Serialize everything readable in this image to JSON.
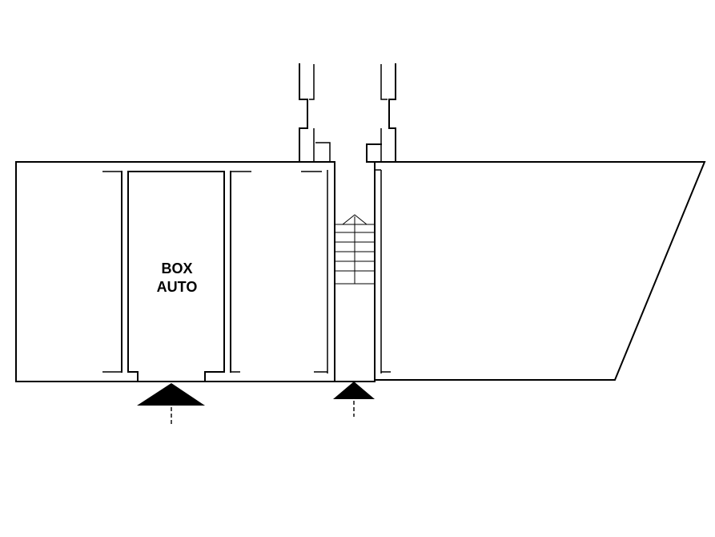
{
  "rooms": {
    "box_auto": {
      "label_line1": "BOX",
      "label_line2": "AUTO"
    }
  },
  "entrances": [
    {
      "name": "garage-entrance",
      "icon": "entrance-arrow-icon"
    },
    {
      "name": "stair-entrance",
      "icon": "entrance-arrow-icon"
    }
  ],
  "colors": {
    "ink": "#000000",
    "paper": "#ffffff"
  }
}
